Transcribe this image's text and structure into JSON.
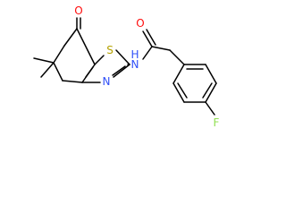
{
  "molecule": {
    "atoms": {
      "O_ketone": "O",
      "S_ring": "S",
      "N_ring": "N",
      "N_amide": "N",
      "H_amide": "H",
      "O_amide": "O",
      "F_aryl": "F"
    },
    "colors": {
      "bond": "#000000",
      "O": "#ff0d0d",
      "S": "#b5a200",
      "N": "#3050f8",
      "F": "#90e050"
    }
  }
}
